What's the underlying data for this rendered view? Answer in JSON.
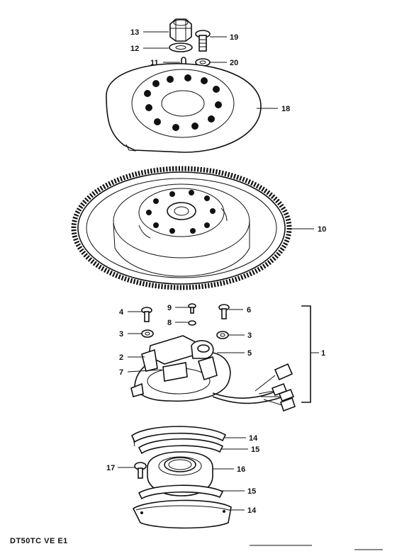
{
  "footer": {
    "model_code": "DT50TC VE E1"
  },
  "callouts": [
    {
      "id": "13",
      "label": "13"
    },
    {
      "id": "12",
      "label": "12"
    },
    {
      "id": "11",
      "label": "11"
    },
    {
      "id": "19",
      "label": "19"
    },
    {
      "id": "20",
      "label": "20"
    },
    {
      "id": "18",
      "label": "18"
    },
    {
      "id": "10",
      "label": "10"
    },
    {
      "id": "4",
      "label": "4"
    },
    {
      "id": "9",
      "label": "9"
    },
    {
      "id": "8",
      "label": "8"
    },
    {
      "id": "6",
      "label": "6"
    },
    {
      "id": "3a",
      "label": "3"
    },
    {
      "id": "3b",
      "label": "3"
    },
    {
      "id": "2",
      "label": "2"
    },
    {
      "id": "5",
      "label": "5"
    },
    {
      "id": "7",
      "label": "7"
    },
    {
      "id": "1",
      "label": "1"
    },
    {
      "id": "14a",
      "label": "14"
    },
    {
      "id": "15a",
      "label": "15"
    },
    {
      "id": "17",
      "label": "17"
    },
    {
      "id": "16",
      "label": "16"
    },
    {
      "id": "15b",
      "label": "15"
    },
    {
      "id": "14b",
      "label": "14"
    }
  ]
}
